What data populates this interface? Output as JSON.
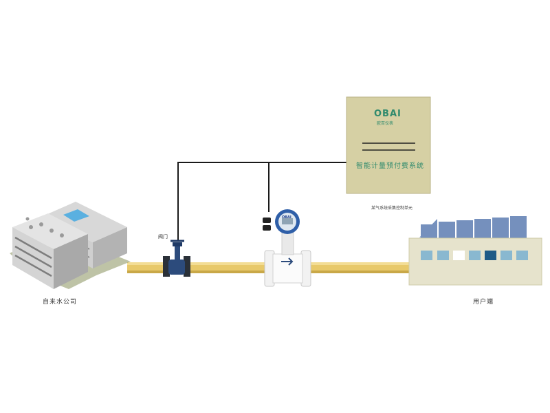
{
  "labels": {
    "source": "自来水公司",
    "user": "用户端",
    "valve": "阀门",
    "control_unit": "某气系统采集控制单元"
  },
  "cabinet": {
    "logo": "OBAI",
    "logo_sub": "欧百仪表",
    "title": "智能计量预付费系统"
  },
  "meter": {
    "brand": "OBAI"
  },
  "colors": {
    "pipe": "#e8c96a",
    "wire": "#1a1a1a",
    "cabinet": "#d6d0a4",
    "factory_wall": "#e6e3cc",
    "factory_roof": "#7590bd",
    "valve": "#2c4b7c",
    "brand_green": "#2f8a6d"
  },
  "icons": [
    "water-company-building-icon",
    "valve-icon",
    "flowmeter-icon",
    "factory-icon",
    "flow-arrow-icon"
  ]
}
